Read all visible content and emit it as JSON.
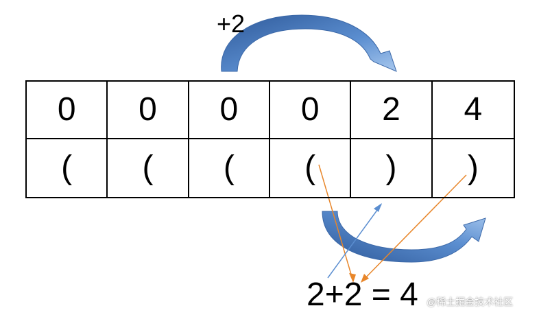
{
  "grid": {
    "row1": [
      "0",
      "0",
      "0",
      "0",
      "2",
      "4"
    ],
    "row2": [
      "(",
      "(",
      "(",
      "(",
      ")",
      ")"
    ]
  },
  "labels": {
    "top_arrow": "+2",
    "equation": "2+2 = 4",
    "watermark": "@稀土掘金技术社区"
  },
  "colors": {
    "arrow_fill": "#5b8ed0",
    "arrow_stroke": "#3b68a8",
    "orange_line": "#e8862a",
    "blue_line": "#5b8ed0"
  }
}
